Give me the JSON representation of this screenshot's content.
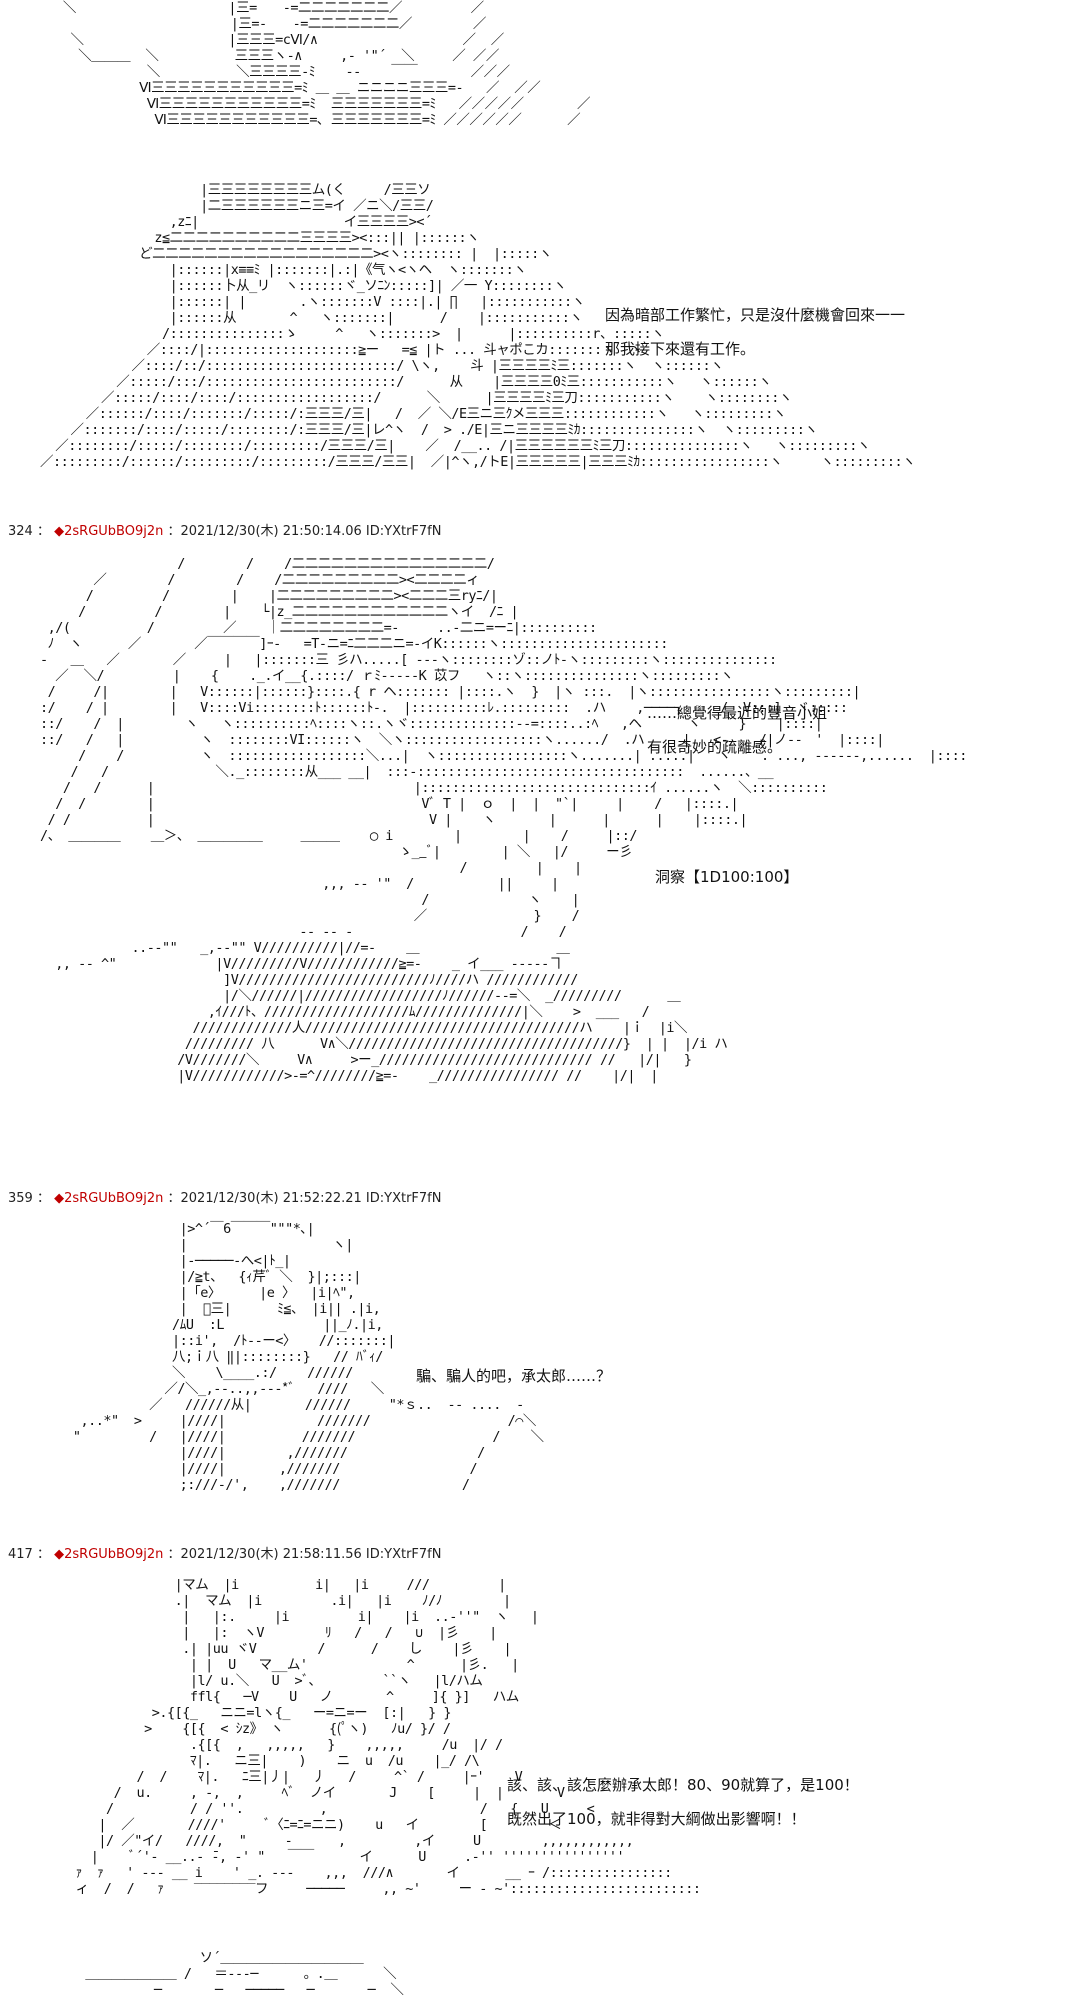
{
  "posts": [
    {
      "dialogue": [
        "因為暗部工作繁忙，只是沒什麼機會回來一一",
        "那我接下來還有工作。"
      ]
    },
    {
      "number": "324",
      "trip": "2sRGUbBO9j2n",
      "timestamp": "2021/12/30(木) 21:50:14.06",
      "id": "ID:YXtrF7fN",
      "dialogue": [
        "……總覺得最近的豐音小姐",
        "有很奇妙的疏離感。"
      ],
      "roll": "洞察【1D100:100】"
    },
    {
      "number": "359",
      "trip": "2sRGUbBO9j2n",
      "timestamp": "2021/12/30(木) 21:52:22.21",
      "id": "ID:YXtrF7fN",
      "dialogue": [
        "騙、騙人的吧，承太郎……？"
      ]
    },
    {
      "number": "417",
      "trip": "2sRGUbBO9j2n",
      "timestamp": "2021/12/30(木) 21:58:11.56",
      "id": "ID:YXtrF7fN",
      "dialogue": [
        "該、該、該怎麼辦承太郎！80、90就算了，是100！",
        "既然出了100，就非得對大綱做出影響啊！！"
      ]
    }
  ],
  "header_separator": "：",
  "trip_marker": "◆"
}
